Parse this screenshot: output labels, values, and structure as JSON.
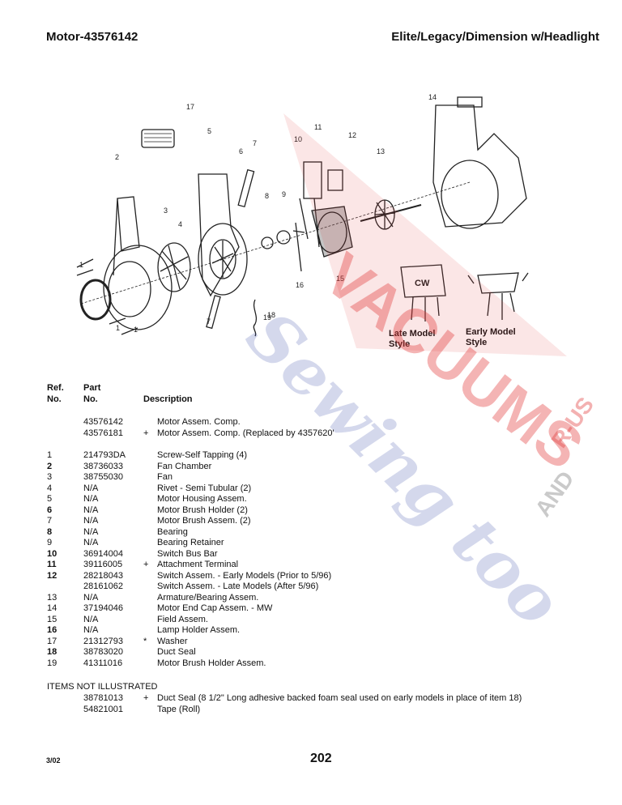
{
  "header": {
    "title_left": "Motor-43576142",
    "title_right": "Elite/Legacy/Dimension w/Headlight"
  },
  "diagram": {
    "callouts": [
      "1",
      "1",
      "1",
      "2",
      "3",
      "4",
      "5",
      "6",
      "7",
      "7",
      "8",
      "9",
      "10",
      "11",
      "12",
      "13",
      "14",
      "15",
      "16",
      "17",
      "18",
      "19"
    ],
    "switch_text": "CW",
    "late_caption": [
      "Late Model",
      "Style"
    ],
    "early_caption": [
      "Early Model",
      "Style"
    ]
  },
  "watermark": {
    "line1": "VACUUMS",
    "line2": "R-US",
    "line3": "AND",
    "line4": "Sewing too",
    "colors": {
      "red": "#e23b3b",
      "blue": "#3c4fa8",
      "gray": "#7a7a7a"
    }
  },
  "table_headers": {
    "ref": [
      "Ref.",
      "No."
    ],
    "part": [
      "Part",
      "No."
    ],
    "desc": "Description"
  },
  "parts": [
    {
      "ref": "",
      "part": "43576142",
      "mark": "",
      "desc": "Motor Assem. Comp.",
      "gap": false,
      "bold": false
    },
    {
      "ref": "",
      "part": "43576181",
      "mark": "+",
      "desc": "Motor Assem. Comp. (Replaced by 4357620'",
      "gap": false,
      "bold": false
    },
    {
      "ref": "1",
      "part": "214793DA",
      "mark": "",
      "desc": "Screw-Self Tapping (4)",
      "gap": true,
      "bold": false
    },
    {
      "ref": "2",
      "part": "38736033",
      "mark": "",
      "desc": "Fan Chamber",
      "gap": false,
      "bold": true
    },
    {
      "ref": "3",
      "part": "38755030",
      "mark": "",
      "desc": "Fan",
      "gap": false,
      "bold": false
    },
    {
      "ref": "4",
      "part": "N/A",
      "mark": "",
      "desc": "Rivet - Semi Tubular (2)",
      "gap": false,
      "bold": false
    },
    {
      "ref": "5",
      "part": "N/A",
      "mark": "",
      "desc": "Motor Housing Assem.",
      "gap": false,
      "bold": false
    },
    {
      "ref": "6",
      "part": "N/A",
      "mark": "",
      "desc": "Motor Brush Holder (2)",
      "gap": false,
      "bold": true
    },
    {
      "ref": "7",
      "part": "N/A",
      "mark": "",
      "desc": "Motor Brush Assem. (2)",
      "gap": false,
      "bold": false
    },
    {
      "ref": "8",
      "part": "N/A",
      "mark": "",
      "desc": "Bearing",
      "gap": false,
      "bold": true
    },
    {
      "ref": "9",
      "part": "N/A",
      "mark": "",
      "desc": "Bearing Retainer",
      "gap": false,
      "bold": false
    },
    {
      "ref": "10",
      "part": "36914004",
      "mark": "",
      "desc": "Switch Bus Bar",
      "gap": false,
      "bold": true
    },
    {
      "ref": "11",
      "part": "39116005",
      "mark": "+",
      "desc": "Attachment Terminal",
      "gap": false,
      "bold": true
    },
    {
      "ref": "12",
      "part": "28218043",
      "mark": "",
      "desc": "Switch Assem. - Early Models (Prior to 5/96)",
      "gap": false,
      "bold": true
    },
    {
      "ref": "",
      "part": "28161062",
      "mark": "",
      "desc": "Switch Assem. - Late Models (After 5/96)",
      "gap": false,
      "bold": false
    },
    {
      "ref": "13",
      "part": "N/A",
      "mark": "",
      "desc": "Armature/Bearing Assem.",
      "gap": false,
      "bold": false
    },
    {
      "ref": "14",
      "part": "37194046",
      "mark": "",
      "desc": "Motor End Cap Assem. - MW",
      "gap": false,
      "bold": false
    },
    {
      "ref": "15",
      "part": "N/A",
      "mark": "",
      "desc": "Field Assem.",
      "gap": false,
      "bold": false
    },
    {
      "ref": "16",
      "part": "N/A",
      "mark": "",
      "desc": "Lamp Holder Assem.",
      "gap": false,
      "bold": true
    },
    {
      "ref": "17",
      "part": "21312793",
      "mark": "*",
      "desc": "Washer",
      "gap": false,
      "bold": false
    },
    {
      "ref": "18",
      "part": "38783020",
      "mark": "",
      "desc": "Duct Seal",
      "gap": false,
      "bold": true
    },
    {
      "ref": "19",
      "part": "41311016",
      "mark": "",
      "desc": "Motor Brush Holder Assem.",
      "gap": false,
      "bold": false
    }
  ],
  "not_illustrated": {
    "heading": "ITEMS  NOT ILLUSTRATED",
    "items": [
      {
        "part": "38781013",
        "mark": "+",
        "desc": "Duct Seal (8 1/2\" Long adhesive backed foam seal used on early models in place of item 18)"
      },
      {
        "part": "54821001",
        "mark": "",
        "desc": "Tape (Roll)"
      }
    ]
  },
  "footer": {
    "date": "3/02",
    "page": "202"
  }
}
